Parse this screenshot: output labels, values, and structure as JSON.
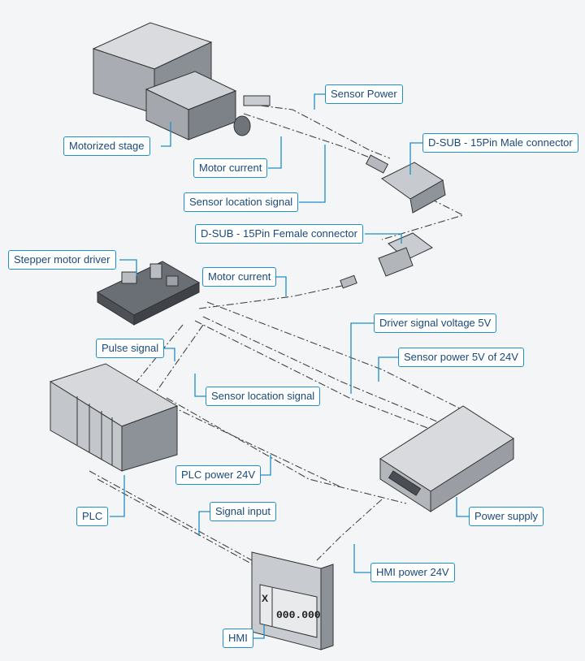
{
  "callouts": {
    "sensor_power": "Sensor Power",
    "dsub_male": "D-SUB - 15Pin Male connector",
    "motorized_stage": "Motorized stage",
    "motor_current_top": "Motor current",
    "sensor_location_top": "Sensor location signal",
    "dsub_female": "D-SUB - 15Pin Female connector",
    "stepper_driver": "Stepper motor driver",
    "motor_current_mid": "Motor current",
    "driver_signal_voltage": "Driver signal voltage 5V",
    "pulse_signal": "Pulse signal",
    "sensor_power_5v_24v": "Sensor power 5V of 24V",
    "sensor_location_mid": "Sensor location signal",
    "plc_power": "PLC power 24V",
    "signal_input": "Signal input",
    "plc": "PLC",
    "power_supply": "Power supply",
    "hmi_power": "HMI power 24V",
    "hmi": "HMI"
  },
  "hmi_screen": {
    "axis": "X",
    "readout": "000.000"
  },
  "colors": {
    "callout_border": "#1e8fc8",
    "callout_text": "#1a4a7a",
    "device_grey": "#8a8f96"
  }
}
